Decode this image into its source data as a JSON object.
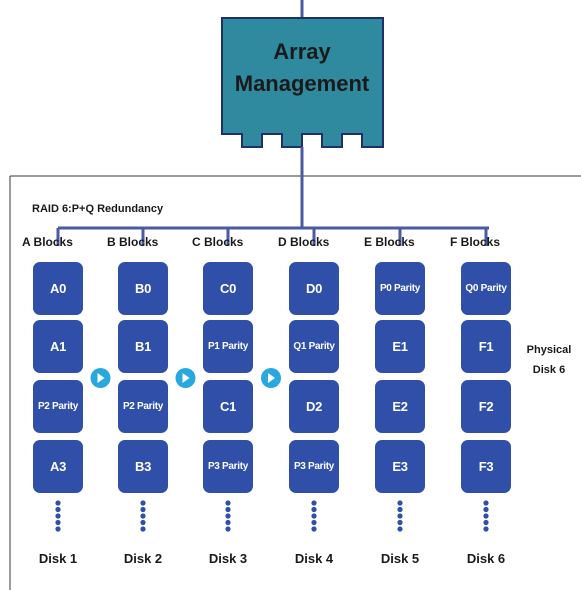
{
  "diagram": {
    "array_management": "Array\nManagement",
    "title": "RAID 6:P+Q Redundancy",
    "physical_disk_label": "Physical\nDisk 6",
    "columns": [
      {
        "label": "A Blocks",
        "disk": "Disk 1",
        "blocks": [
          "A0",
          "A1",
          "P2 Parity",
          "A3"
        ]
      },
      {
        "label": "B Blocks",
        "disk": "Disk 2",
        "blocks": [
          "B0",
          "B1",
          "P2 Parity",
          "B3"
        ]
      },
      {
        "label": "C Blocks",
        "disk": "Disk 3",
        "blocks": [
          "C0",
          "P1 Parity",
          "C1",
          "P3 Parity"
        ]
      },
      {
        "label": "D Blocks",
        "disk": "Disk 4",
        "blocks": [
          "D0",
          "Q1 Parity",
          "D2",
          "P3 Parity"
        ]
      },
      {
        "label": "E Blocks",
        "disk": "Disk 5",
        "blocks": [
          "P0 Parity",
          "E1",
          "E2",
          "E3"
        ]
      },
      {
        "label": "F Blocks",
        "disk": "Disk 6",
        "blocks": [
          "Q0 Parity",
          "F1",
          "F2",
          "F3"
        ]
      }
    ],
    "colors": {
      "block_fill": "#2f4fa8",
      "management_fill": "#2f8aa0",
      "connector_line": "#4a5aa3",
      "arrow_circle": "#29a8e0"
    }
  }
}
